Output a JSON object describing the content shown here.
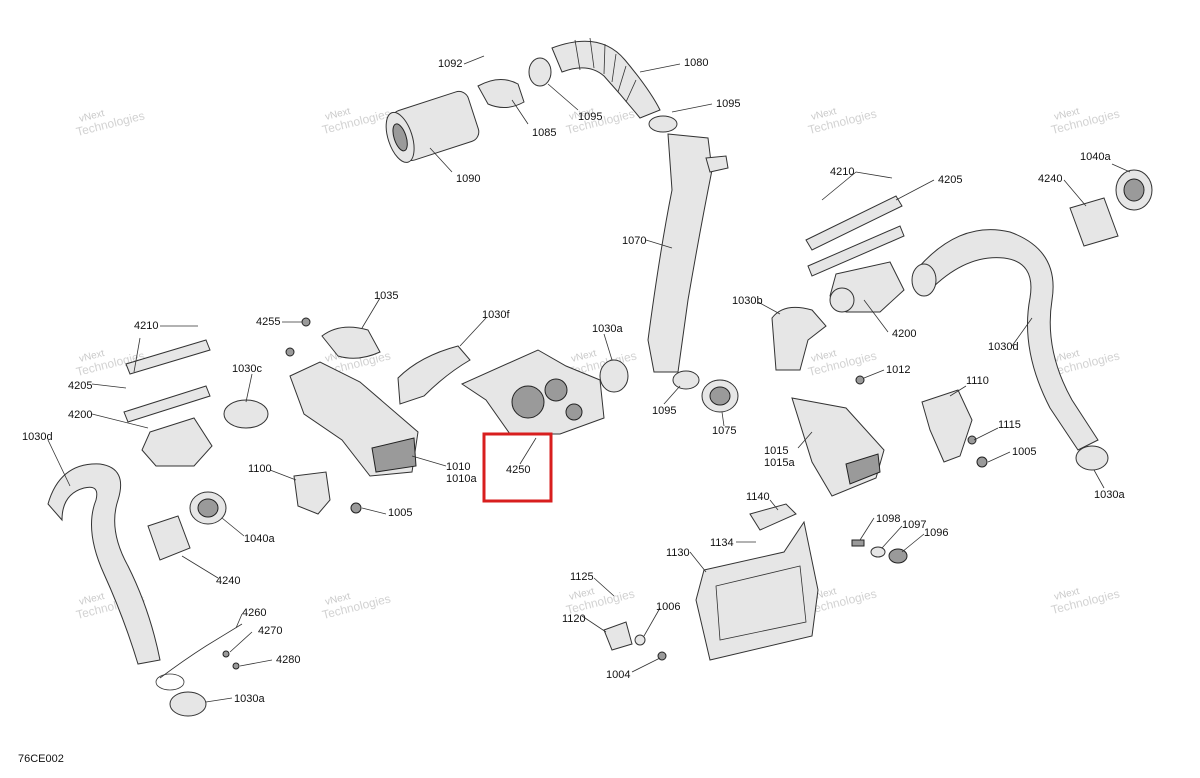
{
  "diagram_code": "76CE002",
  "watermark_lines": [
    "vNext",
    "Technologies"
  ],
  "highlighted_label": "4250",
  "labels": [
    "1092",
    "1080",
    "1095",
    "1085",
    "1095",
    "1090",
    "4210",
    "4205",
    "1040a",
    "4240",
    "1070",
    "1035",
    "1030f",
    "1030a",
    "4255",
    "4210",
    "4205",
    "4200",
    "1030c",
    "1030b",
    "4200",
    "1030d",
    "1030d",
    "1012",
    "1110",
    "1115",
    "1005",
    "4250",
    "1095",
    "1075",
    "1015",
    "1015a",
    "1010",
    "1010a",
    "1100",
    "1005",
    "1030a",
    "1040a",
    "4240",
    "1140",
    "1098",
    "1097",
    "1096",
    "1134",
    "1130",
    "1125",
    "1120",
    "1006",
    "1004",
    "4260",
    "4270",
    "4280",
    "1030a"
  ]
}
